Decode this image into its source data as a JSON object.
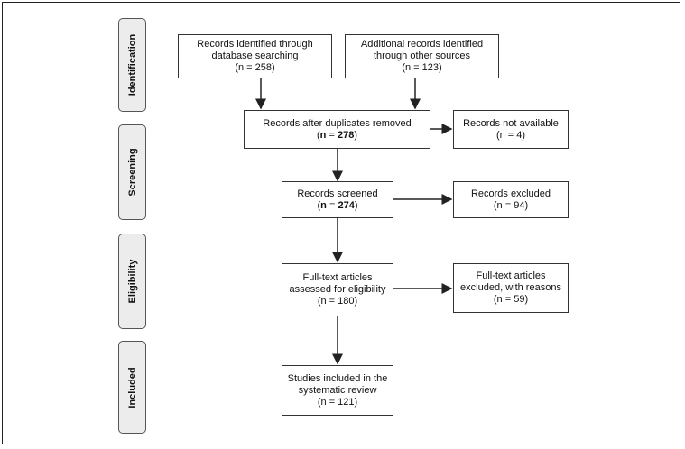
{
  "stages": [
    {
      "key": "identification",
      "label": "Identification"
    },
    {
      "key": "screening",
      "label": "Screening"
    },
    {
      "key": "eligibility",
      "label": "Eligibility"
    },
    {
      "key": "included",
      "label": "Included"
    }
  ],
  "boxes": {
    "db_search": {
      "title": "Records identified through database searching",
      "n": "(n = 258)"
    },
    "other_sources": {
      "title": "Additional records identified through other sources",
      "n": "(n = 123)"
    },
    "after_duplicates": {
      "title": "Records after duplicates removed",
      "n_prefix": "n",
      "n_value": "278"
    },
    "not_available": {
      "title": "Records not available",
      "n": "(n = 4)"
    },
    "screened": {
      "title": "Records screened",
      "n_prefix": "n",
      "n_value": "274"
    },
    "excluded": {
      "title": "Records excluded",
      "n": "(n = 94)"
    },
    "fulltext_assessed": {
      "title": "Full-text articles assessed for eligibility",
      "n": "(n = 180)"
    },
    "fulltext_excluded": {
      "title": "Full-text articles excluded, with reasons",
      "n": "(n = 59)"
    },
    "included": {
      "title": "Studies included in the systematic review",
      "n": "(n = 121)"
    }
  }
}
